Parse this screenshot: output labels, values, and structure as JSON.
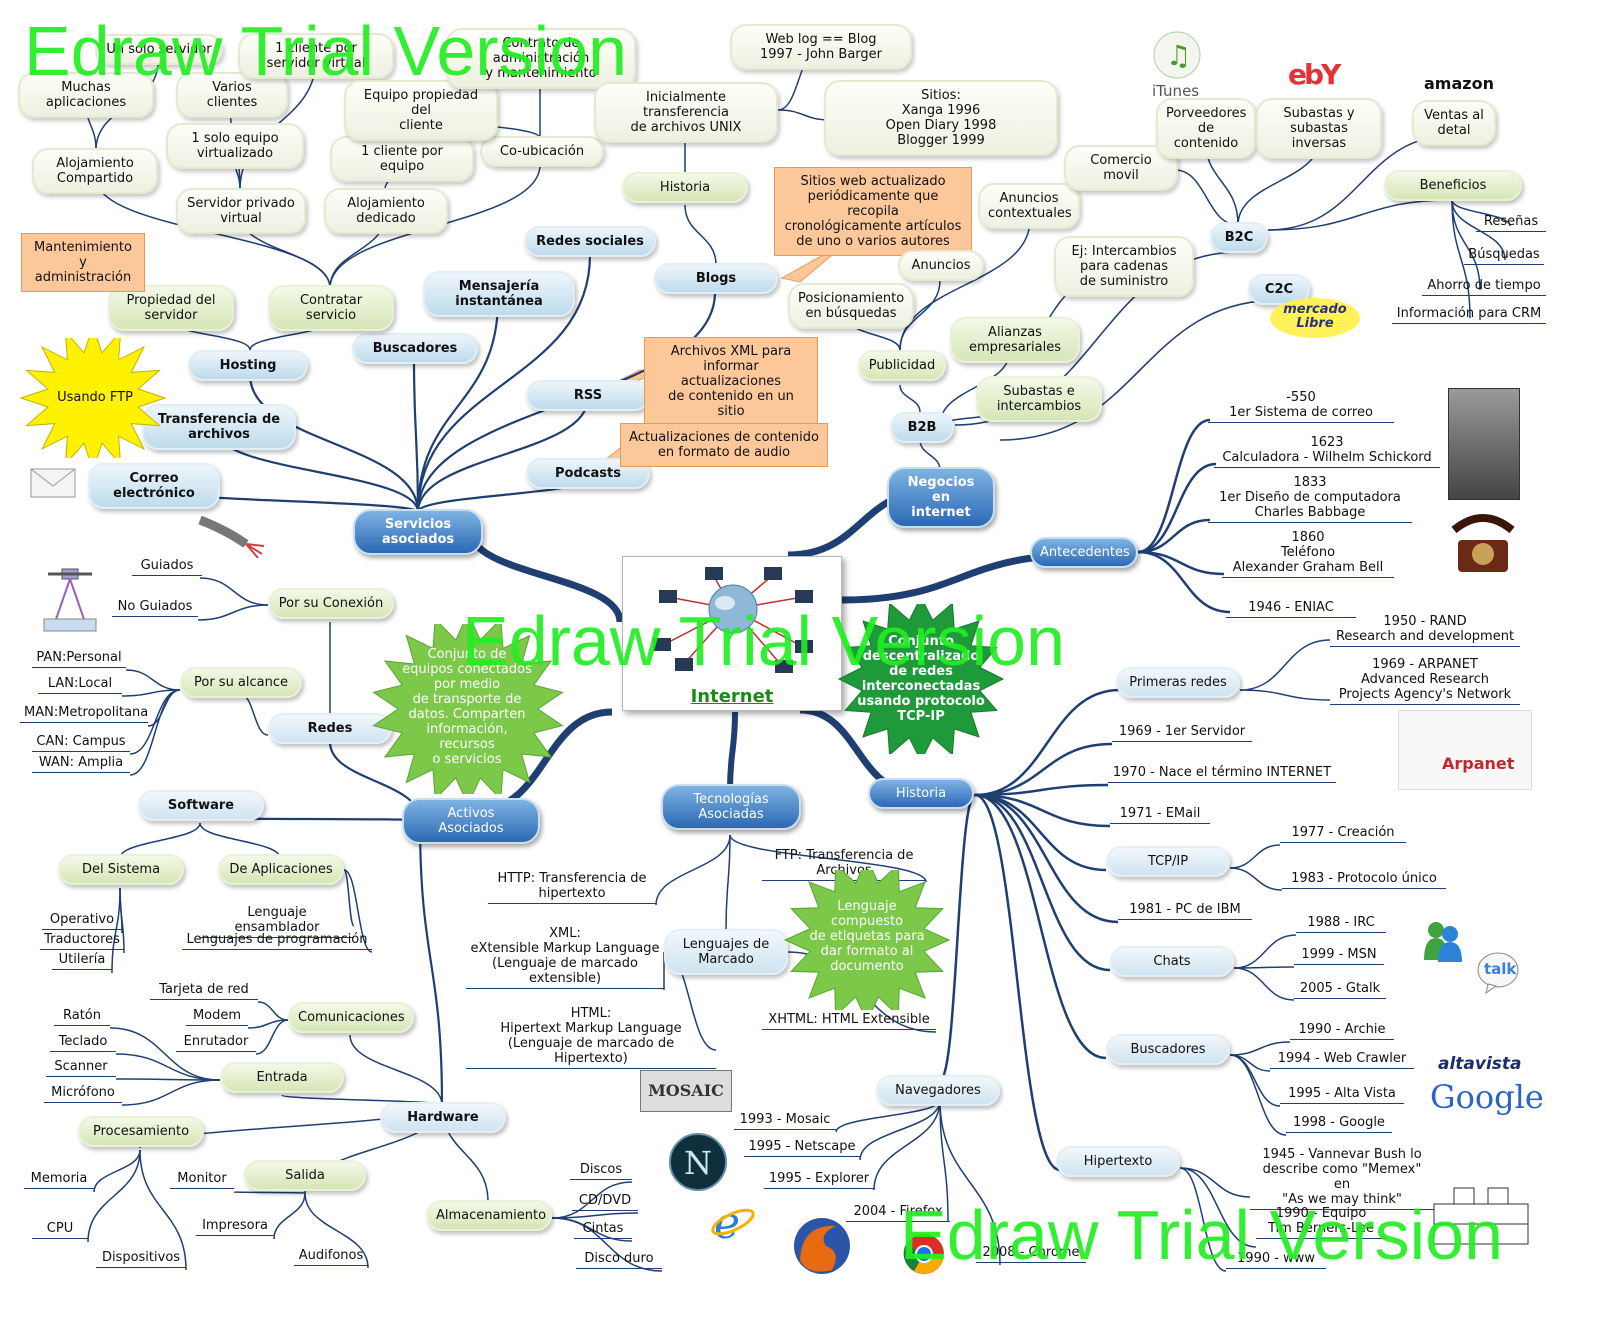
{
  "palette": {
    "line": "#1f3f73",
    "text": "#111111",
    "star_green": "#2e9e3a",
    "star_yellow": "#fff200",
    "watermark": "#22ee22"
  },
  "center": {
    "title": "Internet"
  },
  "main_branches": {
    "servicios": "Servicios\nasociados",
    "negocios": "Negocios en\ninternet",
    "antecedentes": "Antecedentes",
    "historia": "Historia",
    "activos": "Activos\nAsociados",
    "tecnologias": "Tecnologías\nAsociadas"
  },
  "servicios": {
    "hosting": "Hosting",
    "transferencia": "Transferencia de\narchivos",
    "correo": "Correo\nelectrónico",
    "buscadores": "Buscadores",
    "mensajeria": "Mensajería\ninstantánea",
    "redes_sociales": "Redes sociales",
    "blogs": "Blogs",
    "rss": "RSS",
    "podcasts": "Podcasts",
    "usando_ftp": "Usando FTP",
    "propiedad": "Propiedad del\nservidor",
    "contratar": "Contratar\nservicio",
    "mantenimiento": "Mantenimiento y\nadministración",
    "aloj_compartido": "Alojamiento\nCompartido",
    "muchas_apps": "Muchas\naplicaciones",
    "un_solo_servidor": "Un solo servidor",
    "varios_clientes": "Varios clientes",
    "servidor_virtual": "Servidor privado\nvirtual",
    "un_equipo_virtual": "1 solo equipo\nvirtualizado",
    "cliente_servidor_virtual": "1 cliente por\nservidor virtual",
    "aloj_dedicado": "Alojamiento\ndedicado",
    "un_cliente_equipo": "1 cliente por equipo",
    "co_ubicacion": "Co-ubicación",
    "equipo_propiedad": "Equipo propiedad del\ncliente",
    "contrato_admin": "Contrato de administración\ny mantenimiento",
    "historia_blog": "Historia",
    "unix": "Inicialmente transferencia\nde archivos UNIX",
    "weblog": "Web log == Blog\n1997 - John Barger",
    "sitios": "Sitios:\nXanga 1996\nOpen Diary 1998\nBlogger 1999",
    "blog_def": "Sitios web actualizado\nperiódicamente que recopila\ncronológicamente artículos\nde uno o varios autores",
    "rss_def": "Archivos XML para\ninformar actualizaciones\nde contenido en un sitio",
    "podcast_def": "Actualizaciones de contenido\nen formato de audio"
  },
  "negocios": {
    "b2b": "B2B",
    "b2c": "B2C",
    "c2c": "C2C",
    "publicidad": "Publicidad",
    "anuncios": "Anuncios",
    "anuncios_ctx": "Anuncios\ncontextuales",
    "posicionamiento": "Posicionamiento\nen búsquedas",
    "alianzas": "Alianzas\nempresariales",
    "intercambios": "Ej: Intercambios\npara cadenas\nde suministro",
    "subastas_inter": "Subastas e\nintercambios",
    "comercio_movil": "Comercio movil",
    "proveedores": "Porveedores\nde contenido",
    "subastas_inv": "Subastas y\nsubastas inversas",
    "ventas": "Ventas al\ndetal",
    "beneficios": "Beneficios",
    "resenas": "Reseñas",
    "busquedas": "Búsquedas",
    "ahorro": "Ahorro de tiempo",
    "crm": "Información para CRM"
  },
  "antecedentes": [
    "-550\n1er Sistema de correo",
    "1623\nCalculadora - Wilhelm Schickord",
    "1833\n1er Diseño de computadora\nCharles Babbage",
    "1860\nTeléfono\nAlexander Graham Bell",
    "1946 - ENIAC"
  ],
  "historia": {
    "primeras_redes": "Primeras redes",
    "rand": "1950 - RAND\nResearch and development",
    "arpanet": "1969 - ARPANET\nAdvanced Research\nProjects Agency's Network",
    "servidor1": "1969 - 1er Servidor",
    "internet_term": "1970 - Nace el término INTERNET",
    "email": "1971 - EMail",
    "tcpip": "TCP/IP",
    "creacion": "1977 - Creación",
    "protocolo": "1983 - Protocolo único",
    "pc_ibm": "1981 - PC de IBM",
    "chats": "Chats",
    "irc": "1988 - IRC",
    "msn": "1999 - MSN",
    "gtalk": "2005 - Gtalk",
    "buscadores": "Buscadores",
    "archie": "1990 - Archie",
    "webcrawler": "1994 - Web Crawler",
    "altavista": "1995 - Alta Vista",
    "google": "1998 - Google",
    "hipertexto": "Hipertexto",
    "memex": "1945 - Vannevar Bush lo\ndescribe como \"Memex\" en\n\"As we may think\"",
    "berners": "1990 - Equipo\nTim Berners-Lee",
    "www": "1990 - www",
    "navegadores": "Navegadores",
    "mosaic": "1993 - Mosaic",
    "netscape": "1995 - Netscape",
    "explorer": "1995 - Explorer",
    "firefox": "2004 - Firefox",
    "chrome": "2008 - Chrome"
  },
  "activos": {
    "redes": "Redes",
    "por_conexion": "Por su Conexión",
    "guiados": "Guiados",
    "no_guiados": "No Guiados",
    "por_alcance": "Por su alcance",
    "pan": "PAN:Personal",
    "lan": "LAN:Local",
    "man": "MAN:Metropolitana",
    "can": "CAN: Campus",
    "wan": "WAN: Amplia",
    "redes_def": "Conjunto de\nequipos conectados\npor medio\nde transporte de\ndatos. Comparten\ninformación,\nrecursos\no servicios",
    "software": "Software",
    "del_sistema": "Del Sistema",
    "operativo": "Operativo",
    "traductores": "Traductores",
    "utileria": "Utilería",
    "aplicaciones": "De Aplicaciones",
    "ensamblador": "Lenguaje ensamblador",
    "programacion": "Lenguajes de programación",
    "hardware": "Hardware",
    "comunicaciones": "Comunicaciones",
    "tarjeta": "Tarjeta de red",
    "modem": "Modem",
    "enrutador": "Enrutador",
    "entrada": "Entrada",
    "raton": "Ratón",
    "teclado": "Teclado",
    "scanner": "Scanner",
    "microfono": "Micrófono",
    "procesamiento": "Procesamiento",
    "memoria": "Memoria",
    "cpu": "CPU",
    "dispositivos": "Dispositivos",
    "salida": "Salida",
    "monitor": "Monitor",
    "impresora": "Impresora",
    "audifonos": "Audifonos",
    "almacenamiento": "Almacenamiento",
    "discos": "Discos",
    "cddvd": "CD/DVD",
    "cintas": "Cintas",
    "disco_duro": "Disco duro"
  },
  "tecnologias": {
    "http": "HTTP: Transferencia de\nhipertexto",
    "ftp": "FTP: Transferencia de\nArchivos",
    "lenguajes": "Lenguajes de\nMarcado",
    "xml": "XML:\neXtensible Markup Language\n(Lenguaje de marcado\nextensible)",
    "html": "HTML:\nHipertext Markup Language\n(Lenguaje de marcado de Hipertexto)",
    "xhtml": "XHTML: HTML Extensible",
    "lenguaje_def": "Lenguaje\ncompuesto\nde etiquetas para\ndar formato al\ndocumento"
  },
  "internet_def": "Conjunto\ndescentralizado\nde redes\ninterconectadas\nusando protocolo\nTCP-IP",
  "logos": {
    "itunes": "iTunes",
    "ebay": "ebY",
    "amazon": "amazon",
    "mercadolibre": "mercado\nLibre",
    "arpanet": "Arpanet",
    "altavista": "altavista",
    "google": "Google",
    "talk": "talk",
    "mosaic": "MOSAIC"
  },
  "watermark": "Edraw Trial Version"
}
